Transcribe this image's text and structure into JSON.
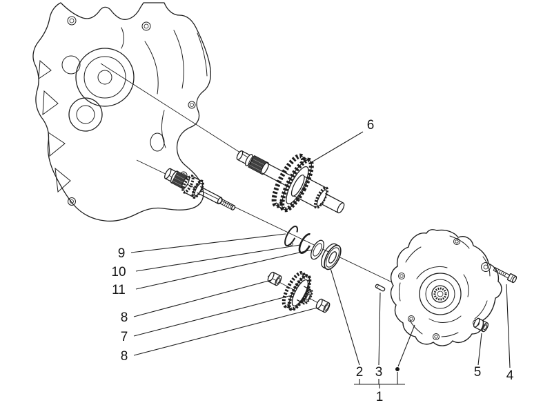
{
  "page": {
    "background": "#ffffff",
    "line_color": "#1d1d1d"
  },
  "diagram": {
    "callouts": [
      {
        "label": "6"
      },
      {
        "label": "9"
      },
      {
        "label": "10"
      },
      {
        "label": "11"
      },
      {
        "label": "8"
      },
      {
        "label": "7"
      },
      {
        "label": "8"
      },
      {
        "label": "2"
      },
      {
        "label": "3"
      },
      {
        "label": "1"
      },
      {
        "label": "5"
      },
      {
        "label": "4"
      }
    ]
  }
}
